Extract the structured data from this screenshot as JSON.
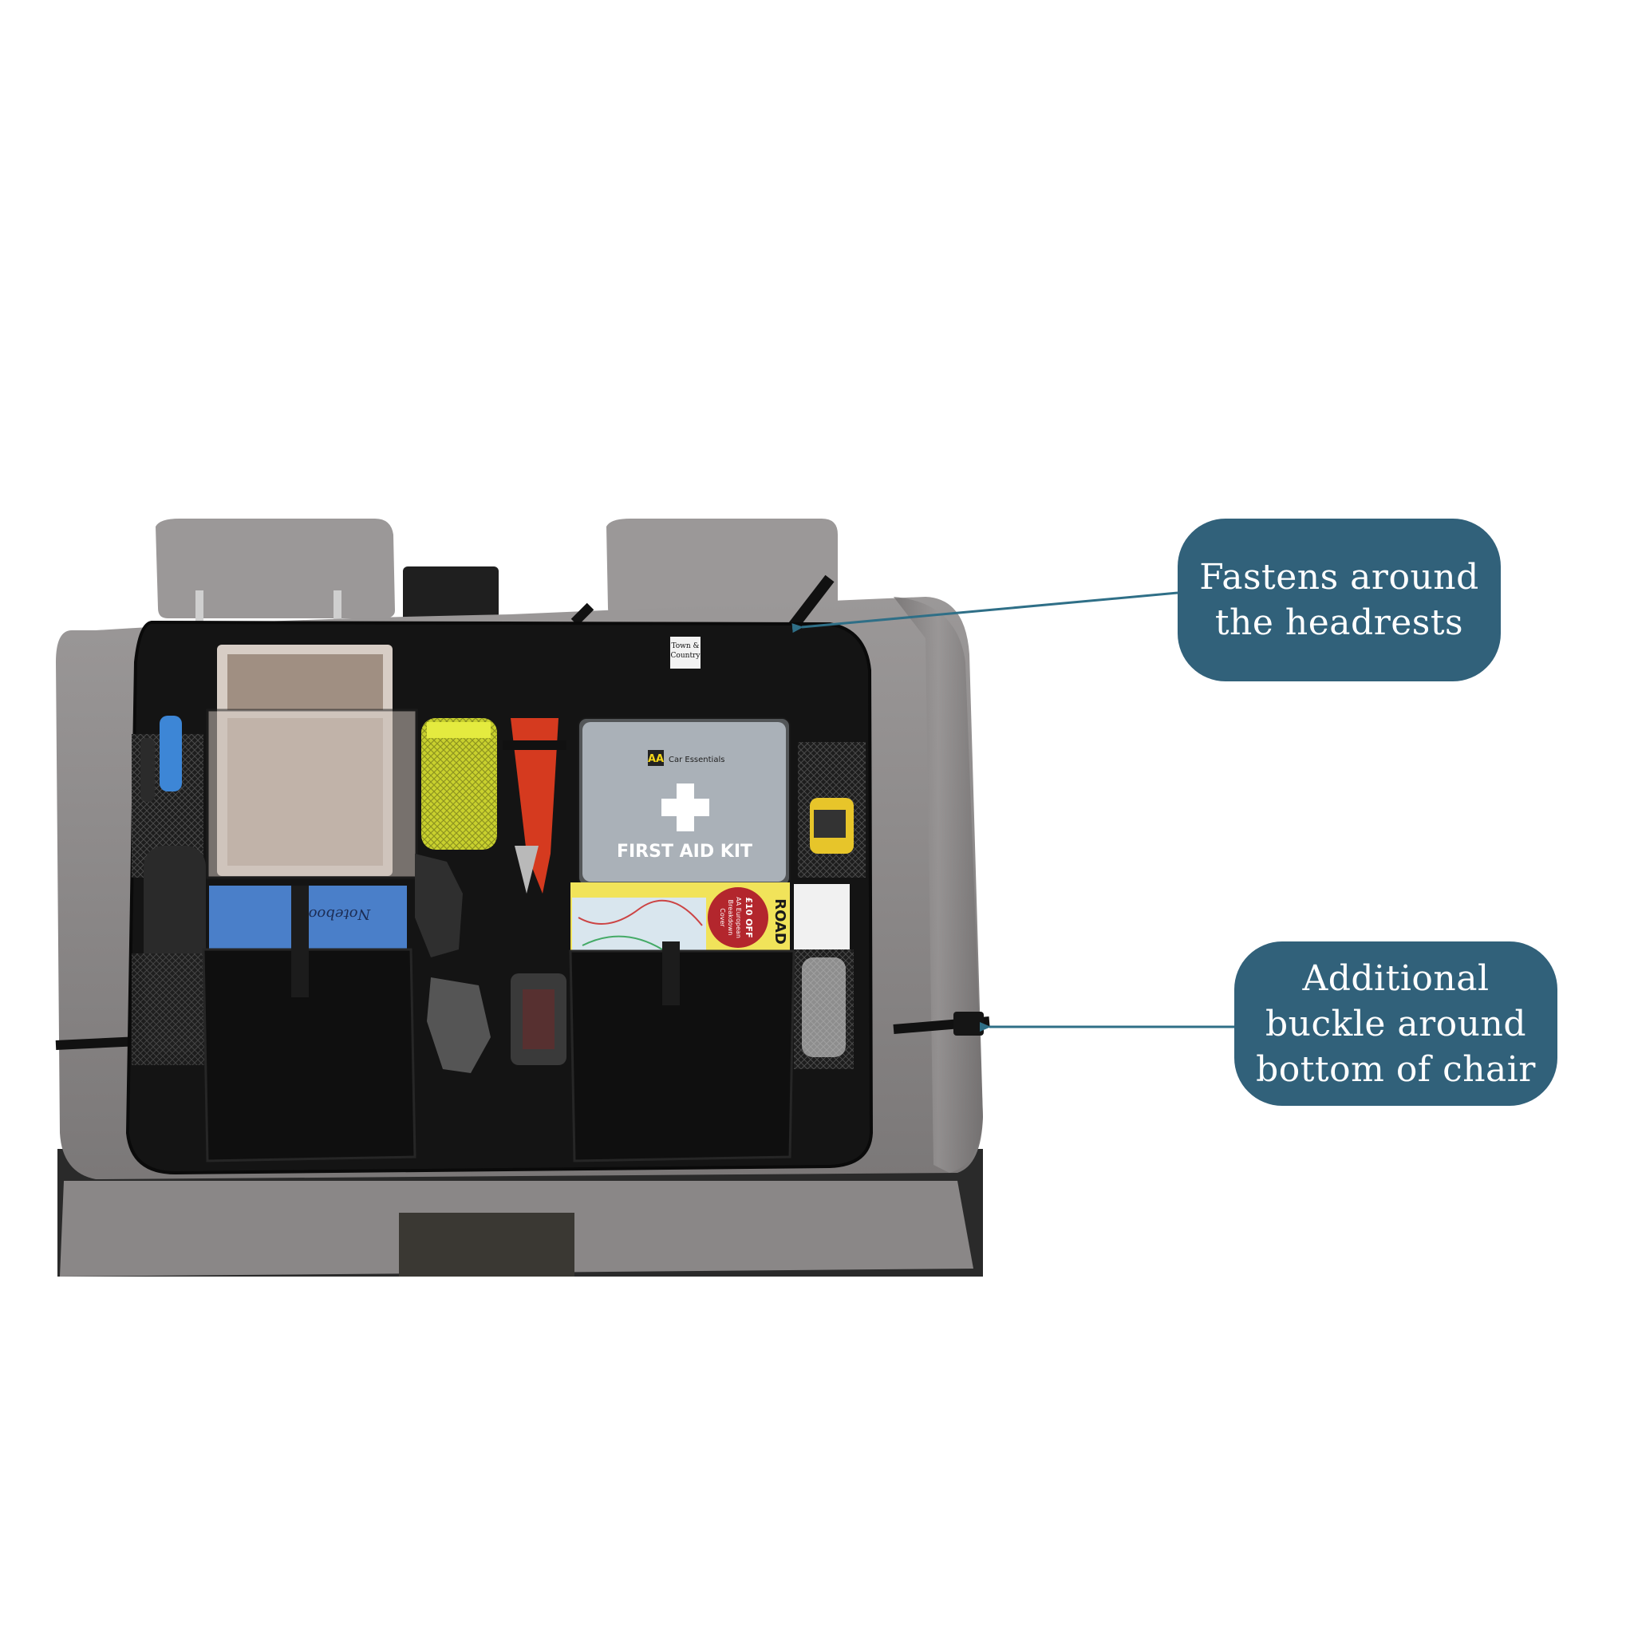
{
  "colors": {
    "callout_bg": "#31617a",
    "callout_text": "#ffffff",
    "arrow": "#2f6f87",
    "seat_fabric": "#8f8c8c",
    "organiser": "#141414",
    "first_aid_kit": "#9aa1a8",
    "road_atlas": "#f1e35a",
    "microfibre_cloth": "#d8e23a"
  },
  "callouts": {
    "headrests": {
      "lines": [
        "Fastens around",
        "the headrests"
      ]
    },
    "buckle": {
      "lines": [
        "Additional",
        "buckle around",
        "bottom of chair"
      ]
    }
  },
  "product_labels": {
    "brand_tag": [
      "Town &",
      "Country"
    ],
    "first_aid_brand": "AA",
    "first_aid_subtitle": "Car Essentials",
    "first_aid_title": "FIRST AID KIT",
    "atlas_title": "ROAD",
    "atlas_sticker": [
      "£10 OFF",
      "AA European",
      "Breakdown",
      "Cover"
    ],
    "notebook": "Notebook"
  },
  "icons": {
    "first_aid": "white-cross-icon",
    "arrow": "arrow-left-icon"
  }
}
